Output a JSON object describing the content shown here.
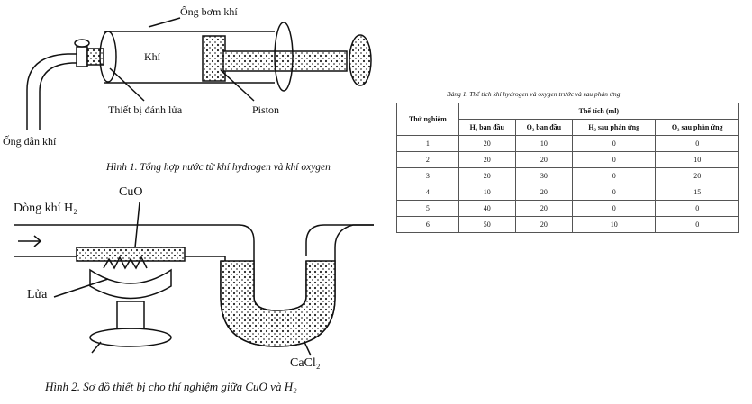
{
  "figure1": {
    "label_pump": "Ống bơm khí",
    "label_gas": "Khí",
    "label_igniter": "Thiết bị đánh lửa",
    "label_piston": "Piston",
    "label_tube": "Ống dẫn khí",
    "caption": "Hình 1. Tổng hợp nước từ khí hydrogen và khí oxygen"
  },
  "figure2": {
    "label_h2": "Dòng khí H₂",
    "label_cuo": "CuO",
    "label_fire": "Lửa",
    "label_cacl2": "CaCl₂",
    "caption": "Hình 2. Sơ đồ thiết bị cho thí nghiệm giữa CuO và H₂"
  },
  "table": {
    "caption": "Bảng 1. Thể tích khí hydrogen và oxygen trước và sau phản ứng",
    "group_header": "Thể tích (ml)",
    "row_header": "Thử nghiệm",
    "columns": [
      "H₂ ban đầu",
      "O₂ ban đầu",
      "H₂ sau phản ứng",
      "O₂ sau phản ứng"
    ],
    "rows": [
      [
        "1",
        "20",
        "10",
        "0",
        "0"
      ],
      [
        "2",
        "20",
        "20",
        "0",
        "10"
      ],
      [
        "3",
        "20",
        "30",
        "0",
        "20"
      ],
      [
        "4",
        "10",
        "20",
        "0",
        "15"
      ],
      [
        "5",
        "40",
        "20",
        "0",
        "0"
      ],
      [
        "6",
        "50",
        "20",
        "10",
        "0"
      ]
    ]
  }
}
